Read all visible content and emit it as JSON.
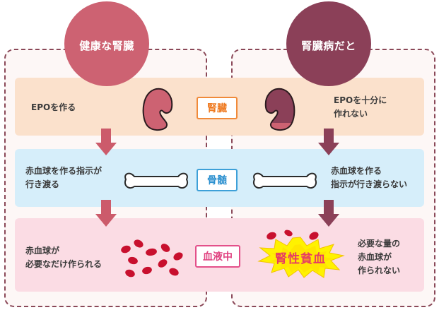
{
  "healthy": {
    "title": "健康な腎臓",
    "kidney_text": "EPOを作る",
    "marrow_text": [
      "赤血球を作る指示が",
      "行き渡る"
    ],
    "blood_text": [
      "赤血球が",
      "必要なだけ作られる"
    ]
  },
  "disease": {
    "title": "腎臓病だと",
    "kidney_text": [
      "EPOを十分に",
      "作れない"
    ],
    "marrow_text": [
      "赤血球を作る",
      "指示が行き渡らない"
    ],
    "blood_text": [
      "必要な量の",
      "赤血球が",
      "作られない"
    ],
    "anemia_label": "腎性貧血"
  },
  "rows": {
    "kidney_label": "腎臓",
    "marrow_label": "骨髄",
    "blood_label": "血液中"
  },
  "colors": {
    "healthy_circle": "#cd6272",
    "disease_circle": "#8b4058",
    "kidney_band": "#fbe1cc",
    "marrow_band": "#d6eefa",
    "blood_band": "#fbdce4",
    "arrow": "#cc5b6b",
    "arrow_dark": "#8b4058"
  },
  "icons": [
    "kidney-icon",
    "bone-icon",
    "red-blood-cell-icon",
    "burst-icon",
    "arrow-down-icon"
  ]
}
